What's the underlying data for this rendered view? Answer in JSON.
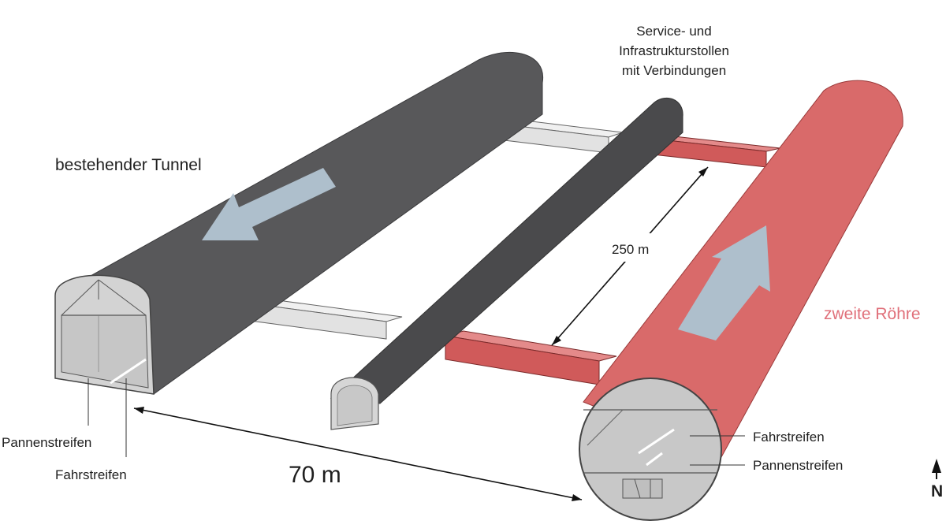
{
  "labels": {
    "existing_tunnel": "bestehender Tunnel",
    "service_gallery_line1": "Service- und",
    "service_gallery_line2": "Infrastrukturstollen",
    "service_gallery_line3": "mit Verbindungen",
    "second_tube": "zweite Röhre",
    "distance_crosscuts": "250 m",
    "distance_tubes": "70 m",
    "left_breakdown_lane": "Pannenstreifen",
    "left_driving_lane": "Fahrstreifen",
    "right_driving_lane": "Fahrstreifen",
    "right_breakdown_lane": "Pannenstreifen",
    "north": "N"
  },
  "colors": {
    "existing_tunnel": "#58585a",
    "second_tube": "#d96a6a",
    "second_tube_text": "#e0707a",
    "crosscut_grey": "#dedede",
    "crosscut_red": "#d05a5a",
    "direction_arrow": "#aebfcc",
    "interior": "#cfcfcf",
    "label_text": "#1f1f1f"
  },
  "icons": {
    "direction_arrows": "arrow-icon",
    "north_marker": "north-arrow-icon"
  }
}
